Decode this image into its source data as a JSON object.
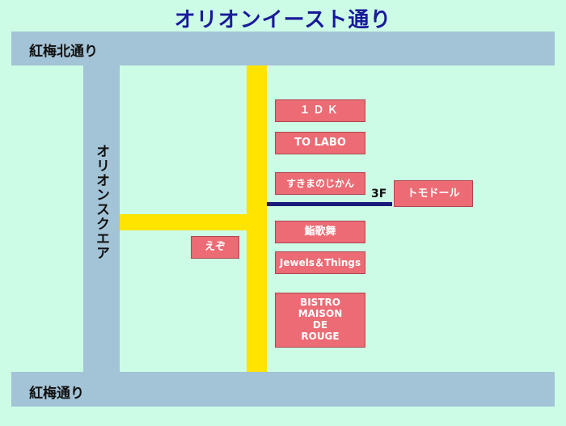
{
  "title": "オリオンイースト通り",
  "streets": {
    "top": "紅梅北通り",
    "bottom": "紅梅通り",
    "left_square": "オリオンスクエア"
  },
  "shops": {
    "s1": "１ＤＫ",
    "s2": "TO LABO",
    "s3": "すきまのじかん",
    "s4": "鮨歌舞",
    "s5": "Jewels＆Things",
    "s6": "BISTRO\nMAISON\nDE\nROUGE",
    "s7": "えぞ",
    "s8": "トモドール"
  },
  "floor_label": "3F",
  "colors": {
    "background": "#ccfce6",
    "street": "#a3c3d6",
    "path": "#ffe400",
    "shop": "#ec6b74",
    "title": "#1a1a9a"
  }
}
